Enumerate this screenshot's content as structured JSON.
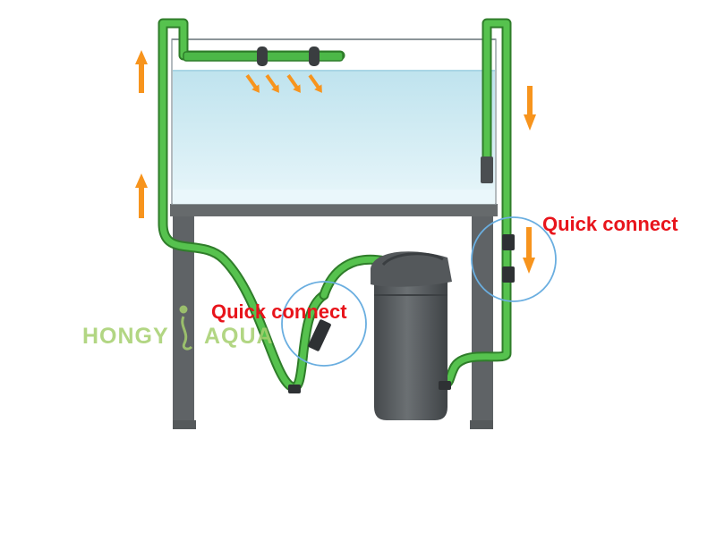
{
  "labels": {
    "quick_connect_right": "Quick connect",
    "quick_connect_left": "Quick connect"
  },
  "watermark": {
    "left": "HONGY",
    "right": "AQUA"
  },
  "colors": {
    "hose": "#4cb848",
    "hose_dark": "#2f7d2a",
    "water": "#d6eef5",
    "arrow": "#f7941d",
    "stand": "#606466",
    "filter": "#5c6063",
    "callout": "#6aaee0",
    "label": "#e8141b",
    "watermark": "#a5cf6e"
  },
  "icons": {
    "flow_arrow": "arrow-icon",
    "quick_connect": "valve-icon"
  }
}
